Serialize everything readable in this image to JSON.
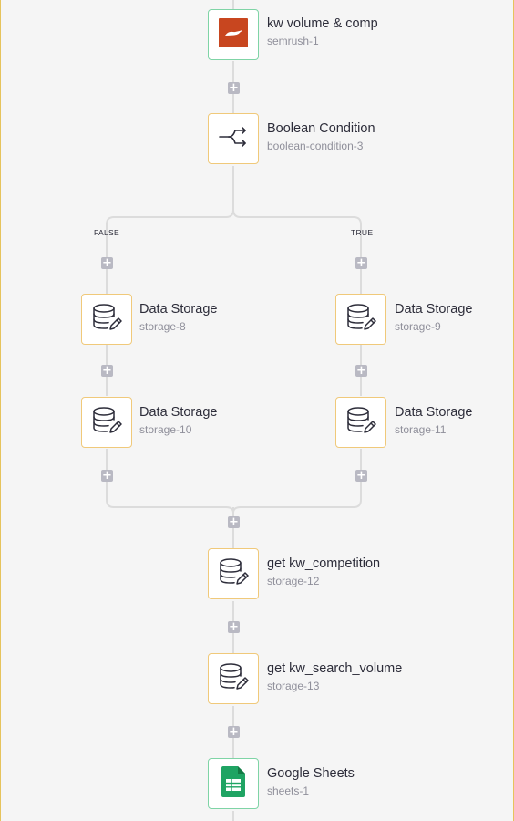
{
  "nodes": {
    "semrush": {
      "title": "kw volume & comp",
      "sub": "semrush-1",
      "icon": "semrush-icon"
    },
    "boolean": {
      "title": "Boolean Condition",
      "sub": "boolean-condition-3",
      "icon": "branch-icon"
    },
    "storage8": {
      "title": "Data Storage",
      "sub": "storage-8",
      "icon": "database-edit-icon"
    },
    "storage9": {
      "title": "Data Storage",
      "sub": "storage-9",
      "icon": "database-edit-icon"
    },
    "storage10": {
      "title": "Data Storage",
      "sub": "storage-10",
      "icon": "database-edit-icon"
    },
    "storage11": {
      "title": "Data Storage",
      "sub": "storage-11",
      "icon": "database-edit-icon"
    },
    "storage12": {
      "title": "get kw_competition",
      "sub": "storage-12",
      "icon": "database-edit-icon"
    },
    "storage13": {
      "title": "get kw_search_volume",
      "sub": "storage-13",
      "icon": "database-edit-icon"
    },
    "sheets": {
      "title": "Google Sheets",
      "sub": "sheets-1",
      "icon": "google-sheets-icon"
    }
  },
  "branches": {
    "false_label": "FALSE",
    "true_label": "TRUE"
  },
  "add_step_glyph": "+",
  "colors": {
    "semrush": "#c8461f",
    "sheets": "#1fa463",
    "connector": "#dcdcdc",
    "node_border_orange": "#f0c97a",
    "node_border_green": "#7fd4a6"
  }
}
